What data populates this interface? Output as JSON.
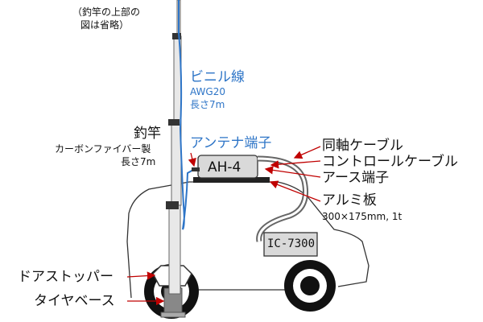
{
  "note": {
    "line1": "（釣竿の上部の",
    "line2": "図は省略）"
  },
  "vinyl_wire": {
    "title": "ビニル線",
    "spec": "AWG20",
    "length": "長さ7m"
  },
  "rod": {
    "title": "釣竿",
    "material": "カーボンファイバー製",
    "length": "長さ7m"
  },
  "antenna_terminal": "アンテナ端子",
  "tuner": "AH-4",
  "radio": "IC-7300",
  "coax": "同軸ケーブル",
  "control_cable": "コントロールケーブル",
  "ground_terminal": "アース端子",
  "aluminum_plate": {
    "title": "アルミ板",
    "size": "300×175mm, 1t"
  },
  "door_stopper": "ドアストッパー",
  "tire_base": "タイヤベース",
  "colors": {
    "wire_blue": "#2e75c7",
    "arrow_red": "#c00000",
    "box_gray": "#d9d9d9"
  }
}
